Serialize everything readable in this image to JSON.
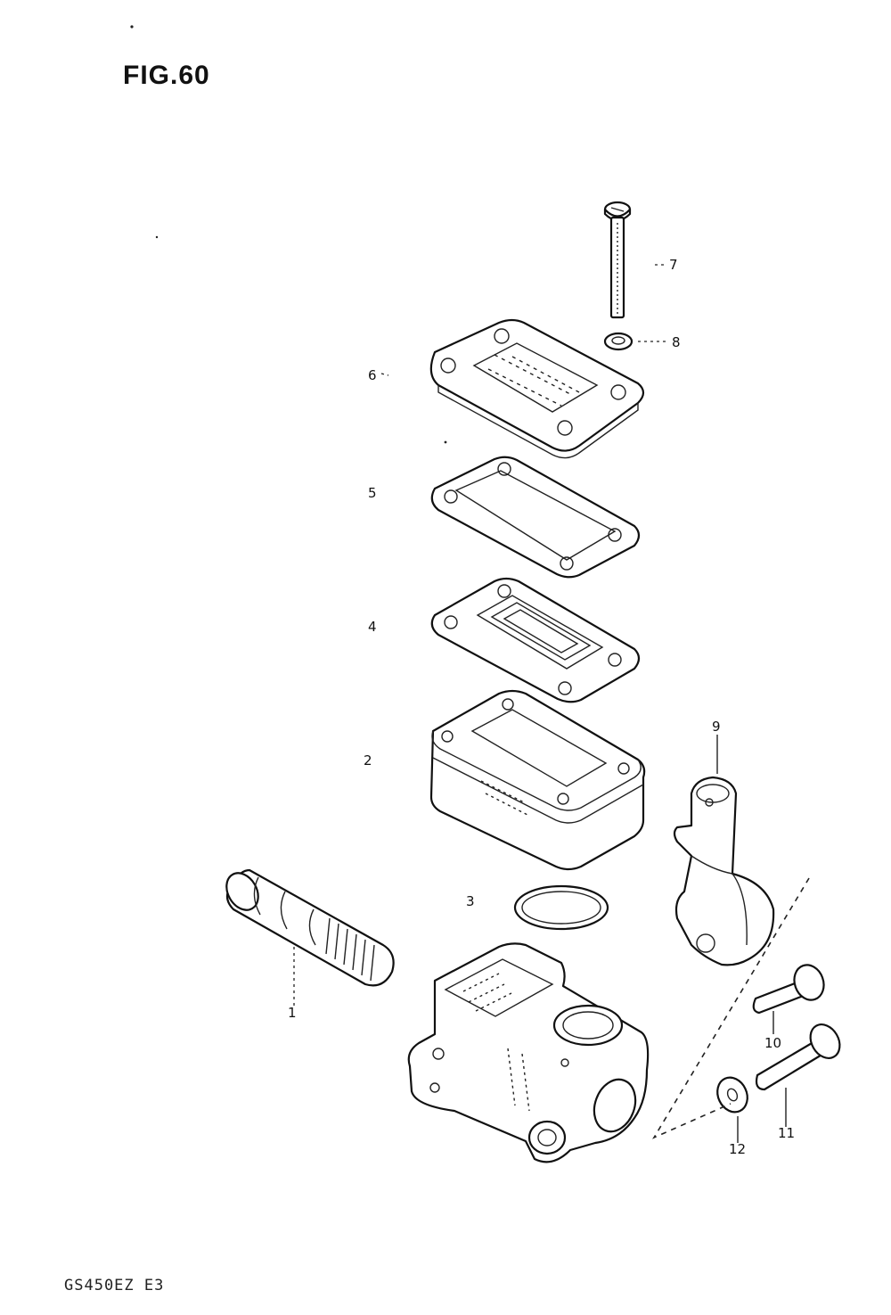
{
  "figure": {
    "title": "FIG.60"
  },
  "footer": {
    "model_code": "GS450EZ  E3"
  },
  "callouts": {
    "c1": "1",
    "c2": "2",
    "c3": "3",
    "c4": "4",
    "c5": "5",
    "c6": "6",
    "c7": "7",
    "c8": "8",
    "c9": "9",
    "c10": "10",
    "c11": "11",
    "c12": "12"
  }
}
